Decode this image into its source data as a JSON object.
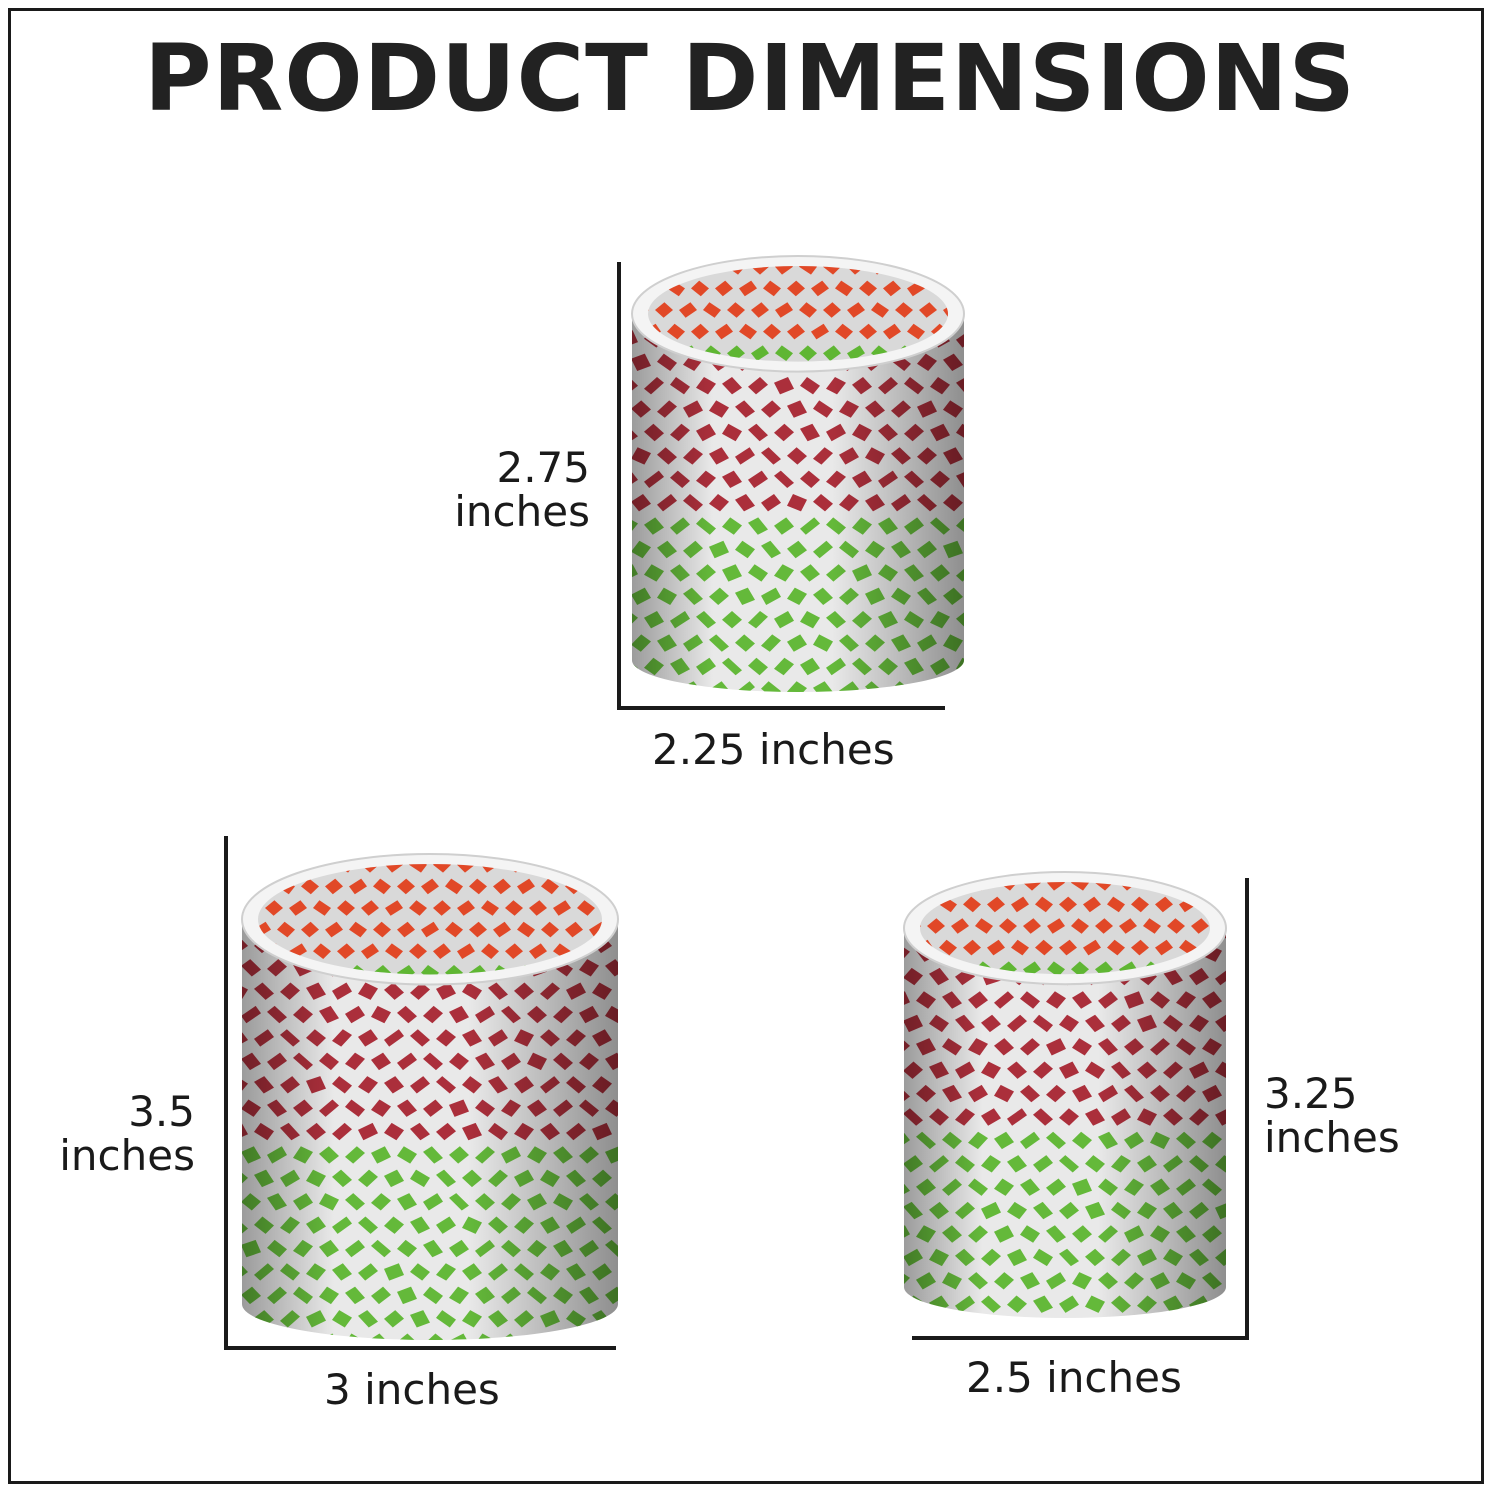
{
  "title": "PRODUCT DIMENSIONS",
  "colors": {
    "red": "#e2401e",
    "maroon": "#a51e2b",
    "green": "#58b42a",
    "grout": "#e9e9e9",
    "line": "#1a1a1a"
  },
  "holders": [
    {
      "id": "small",
      "height": {
        "value": "2.75",
        "unit": "inches"
      },
      "width": "2.25 inches"
    },
    {
      "id": "large",
      "height": {
        "value": "3.5",
        "unit": "inches"
      },
      "width": "3 inches"
    },
    {
      "id": "medium",
      "height": {
        "value": "3.25",
        "unit": "inches"
      },
      "width": "2.5 inches"
    }
  ]
}
